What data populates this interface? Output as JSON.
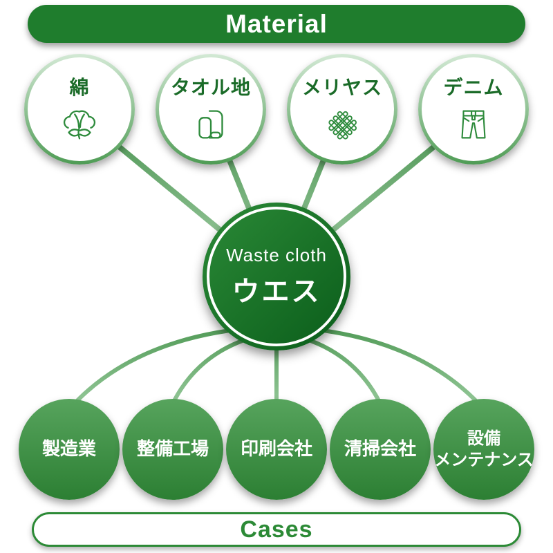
{
  "header": {
    "label": "Material"
  },
  "footer": {
    "label": "Cases"
  },
  "center": {
    "subtitle": "Waste cloth",
    "title": "ウエス"
  },
  "materials": [
    {
      "label": "綿",
      "icon": "cotton-icon"
    },
    {
      "label": "タオル地",
      "icon": "towel-icon"
    },
    {
      "label": "メリヤス",
      "icon": "knit-icon"
    },
    {
      "label": "デニム",
      "icon": "denim-icon"
    }
  ],
  "cases": [
    {
      "lines": [
        "製造業"
      ]
    },
    {
      "lines": [
        "整備工場"
      ]
    },
    {
      "lines": [
        "印刷会社"
      ]
    },
    {
      "lines": [
        "清掃会社"
      ]
    },
    {
      "lines": [
        "設備",
        "メンテナンス"
      ]
    }
  ],
  "colors": {
    "banner-green": "#1f7d2d",
    "dark-green": "#1a6b28",
    "icon-green": "#2e8b3c",
    "cases-green": "#2c8a36",
    "center-grad-start": "#2b8a37",
    "center-grad-end": "#0a5c1a",
    "case-grad-start": "#57a45d",
    "case-grad-end": "#2c7f33",
    "ring-grad-start": "#d3e9d5",
    "ring-grad-end": "#4f9c55",
    "connector-dark": "#45904c",
    "connector-light": "#a9d3ac"
  }
}
